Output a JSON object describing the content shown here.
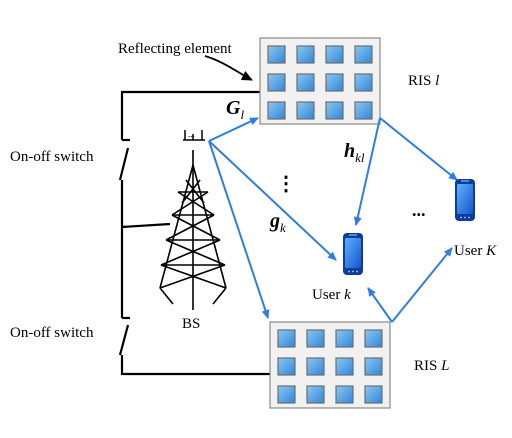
{
  "labels": {
    "reflecting_element": "Reflecting element",
    "ris_l_prefix": "RIS ",
    "ris_l_var": "l",
    "ris_L_prefix": "RIS ",
    "ris_L_var": "L",
    "switch_top": "On-off switch",
    "switch_bottom": "On-off switch",
    "bs": "BS",
    "user_k_prefix": "User ",
    "user_k_var": "k",
    "user_K_prefix": "User ",
    "user_K_var": "K",
    "G_base": "G",
    "G_sub": "l",
    "h_base": "h",
    "h_sub": "kl",
    "g_base": "g",
    "g_sub": "k",
    "vdots": "⋮",
    "hdots": "...",
    "antenna_dots": "..."
  },
  "colors": {
    "link_blue": "#2f7de1",
    "element_blue": "#3b97e3",
    "element_light": "#8cc8f2",
    "panel_fill": "#f1f1f1",
    "panel_border": "#8a8a8a",
    "wire": "#000000",
    "phone": "#1a5fd0"
  }
}
